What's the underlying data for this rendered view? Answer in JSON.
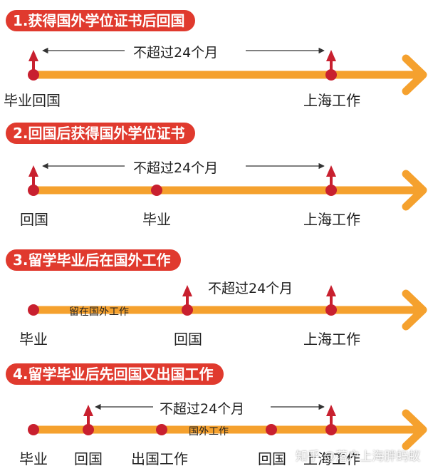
{
  "sections": [
    {
      "title": "1.获得国外学位证书后回国",
      "span": "不超过24个月",
      "labels": [
        "毕业回国",
        "上海工作"
      ]
    },
    {
      "title": "2.回国后获得国外学位证书",
      "span": "不超过24个月",
      "labels": [
        "回国",
        "毕业",
        "上海工作"
      ]
    },
    {
      "title": "3.留学毕业后在国外工作",
      "span": "不超过24个月",
      "note": "留在国外工作",
      "labels": [
        "毕业",
        "回国",
        "上海工作"
      ]
    },
    {
      "title": "4.留学毕业后先回国又出国工作",
      "span": "不超过24个月",
      "note": "国外工作",
      "labels": [
        "毕业",
        "回国",
        "出国工作",
        "回国",
        "上海工作"
      ]
    }
  ],
  "watermark": "知乎 @落户上海胖蚂蚁",
  "colors": {
    "accent": "#e03a2e",
    "timeline": "#f5a12e",
    "arrow": "#c8202f"
  }
}
